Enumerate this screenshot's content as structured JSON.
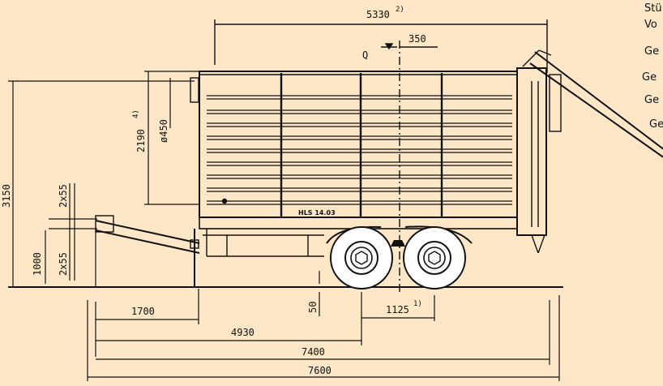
{
  "side_labels": [
    "Stü",
    "Vo",
    "Ge",
    "Ge",
    "Ge",
    "Ge"
  ],
  "dimensions": {
    "body_length": "5330",
    "body_length_note": "2)",
    "offset_350": "350",
    "q_mark": "Q",
    "height_2190": "2190",
    "height_2190_note": "4)",
    "dia_450": "ø450",
    "total_height": "3150",
    "drawbar_2x55_top": "2x55",
    "drawbar_2x55_bottom": "2x55",
    "drawbar_height": "1000",
    "dim_1700": "1700",
    "dim_4930": "4930",
    "dim_7400": "7400",
    "dim_7600": "7600",
    "dim_50": "50",
    "axle_dim": "1125",
    "axle_dim_note": "1)"
  },
  "trailer_badge": "HLS 14.03",
  "colors": {
    "background": "#fee7c6",
    "line": "#111111",
    "wheel": "#ffffff"
  }
}
